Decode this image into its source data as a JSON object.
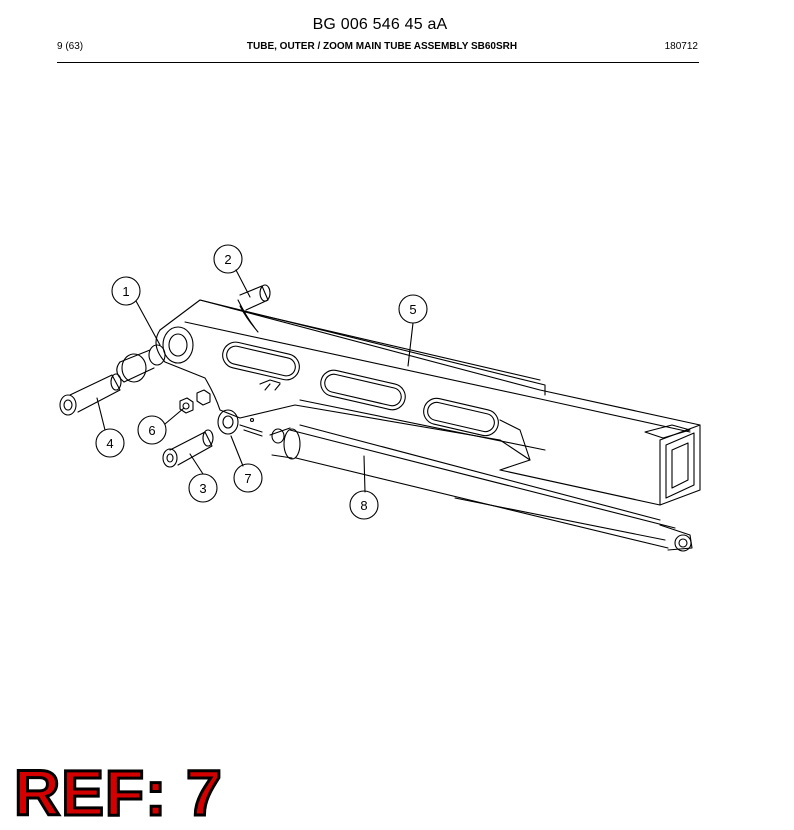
{
  "header": {
    "doc_code": "BG 006 546 45 aA",
    "page": "9 (63)",
    "title": "TUBE, OUTER / ZOOM MAIN TUBE ASSEMBLY SB60SRH",
    "date": "180712"
  },
  "callouts": [
    "1",
    "2",
    "3",
    "4",
    "5",
    "6",
    "7",
    "8"
  ],
  "ref_label": "REF: 7",
  "colors": {
    "ref_fill": "#d40000",
    "ref_outline": "#000000"
  }
}
